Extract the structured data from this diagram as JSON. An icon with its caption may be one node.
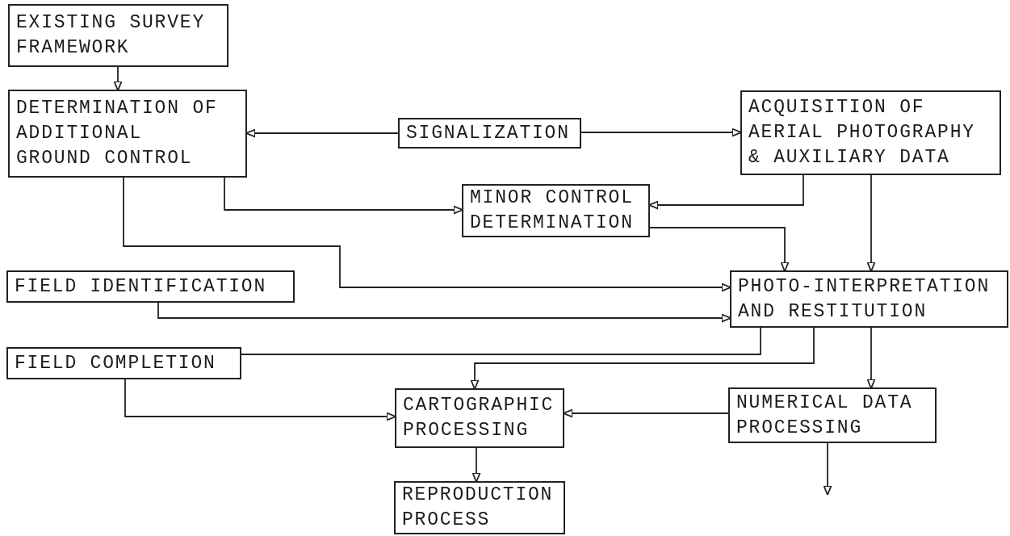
{
  "diagram": {
    "nodes": [
      {
        "text": [
          "EXISTING SURVEY FRAMEWORK"
        ]
      },
      {
        "text": [
          "DETERMINATION OF ADDITIONAL GROUND CONTROL"
        ]
      },
      {
        "text": [
          "SIGNALIZATION"
        ]
      },
      {
        "text": [
          "ACQUISITION OF AERIAL PHOTOGRAPHY & AUXILIARY DATA"
        ]
      },
      {
        "text": [
          "MINOR CONTROL DETERMINATION"
        ]
      },
      {
        "text": [
          "FIELD IDENTIFICATION"
        ]
      },
      {
        "text": [
          "PHOTO-INTERPRETATION AND RESTITUTION"
        ]
      },
      {
        "text": [
          "FIELD COMPLETION"
        ]
      },
      {
        "text": [
          "CARTOGRAPHIC PROCESSING"
        ]
      },
      {
        "text": [
          "NUMERICAL DATA PROCESSING"
        ]
      },
      {
        "text": [
          "REPRODUCTION PROCESS"
        ]
      }
    ],
    "edges": [
      {
        "from": 0,
        "to": 1,
        "arrow": "to"
      },
      {
        "from": 2,
        "to": 1,
        "arrow": "to"
      },
      {
        "from": 2,
        "to": 3,
        "arrow": "to"
      },
      {
        "from": 1,
        "to": 4,
        "arrow": "to"
      },
      {
        "from": 3,
        "to": 4,
        "arrow": "to"
      },
      {
        "from": 4,
        "to": 6,
        "arrow": "to"
      },
      {
        "from": 3,
        "to": 6,
        "arrow": "to"
      },
      {
        "from": 1,
        "to": 6,
        "arrow": "to"
      },
      {
        "from": 5,
        "to": 6,
        "arrow": "to"
      },
      {
        "from": 7,
        "to": 6,
        "arrow": "none"
      },
      {
        "from": 6,
        "to": 8,
        "arrow": "to"
      },
      {
        "from": 6,
        "to": 9,
        "arrow": "to"
      },
      {
        "from": 7,
        "to": 8,
        "arrow": "to"
      },
      {
        "from": 9,
        "to": 8,
        "arrow": "to"
      },
      {
        "from": 8,
        "to": 10,
        "arrow": "to"
      },
      {
        "from": 9,
        "to": null,
        "arrow": "to"
      }
    ]
  }
}
